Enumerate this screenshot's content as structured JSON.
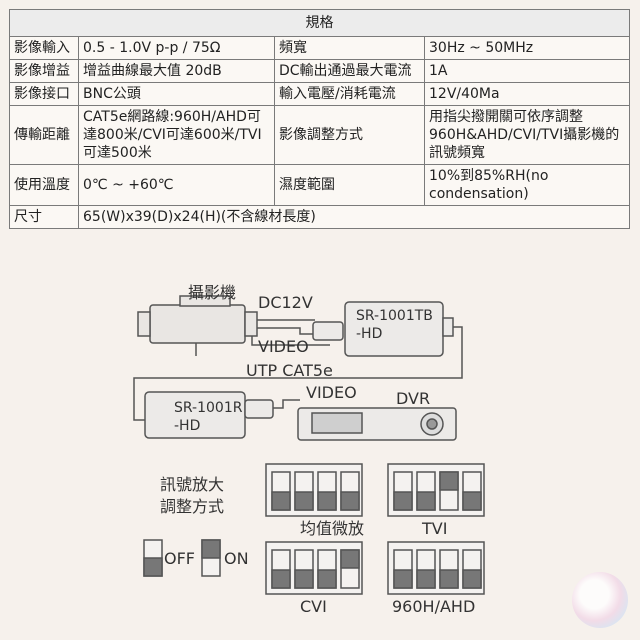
{
  "spec": {
    "header": "規格",
    "rows": [
      {
        "l1": "影像輸入",
        "v1": "0.5 - 1.0V p-p / 75Ω",
        "l2": "頻寬",
        "v2": "30Hz ~ 50MHz"
      },
      {
        "l1": "影像增益",
        "v1": "增益曲線最大值 20dB",
        "l2": "DC輸出通過最大電流",
        "v2": "1A"
      },
      {
        "l1": "影像接口",
        "v1": "BNC公頭",
        "l2": "輸入電壓/消耗電流",
        "v2": "12V/40Ma"
      },
      {
        "l1": "傳輸距離",
        "v1": "CAT5e網路線:960H/AHD可達800米/CVI可達600米/TVI可達500米",
        "l2": "影像調整方式",
        "v2": "用指尖撥開關可依序調整960H&AHD/CVI/TVI攝影機的訊號頻寬"
      },
      {
        "l1": "使用溫度",
        "v1": "0℃ ~ +60℃",
        "l2": "濕度範圍",
        "v2": "10%到85%RH(no condensation)"
      }
    ],
    "size_label": "尺寸",
    "size_value": "65(W)x39(D)x24(H)(不含線材長度)"
  },
  "diagram": {
    "camera_label": "攝影機",
    "dc_label": "DC12V",
    "tx_label_1": "SR-1001TB",
    "tx_label_2": "-HD",
    "video_label_1": "VIDEO",
    "utp_label": "UTP CAT5e",
    "video_label_2": "VIDEO",
    "rx_label_1": "SR-1001R",
    "rx_label_2": "-HD",
    "dvr_label": "DVR",
    "adjust_label_1": "訊號放大",
    "adjust_label_2": "調整方式",
    "mode_avg": "均值微放",
    "mode_tvi": "TVI",
    "off_label": "OFF",
    "on_label": "ON",
    "mode_cvi": "CVI",
    "mode_960": "960H/AHD"
  }
}
